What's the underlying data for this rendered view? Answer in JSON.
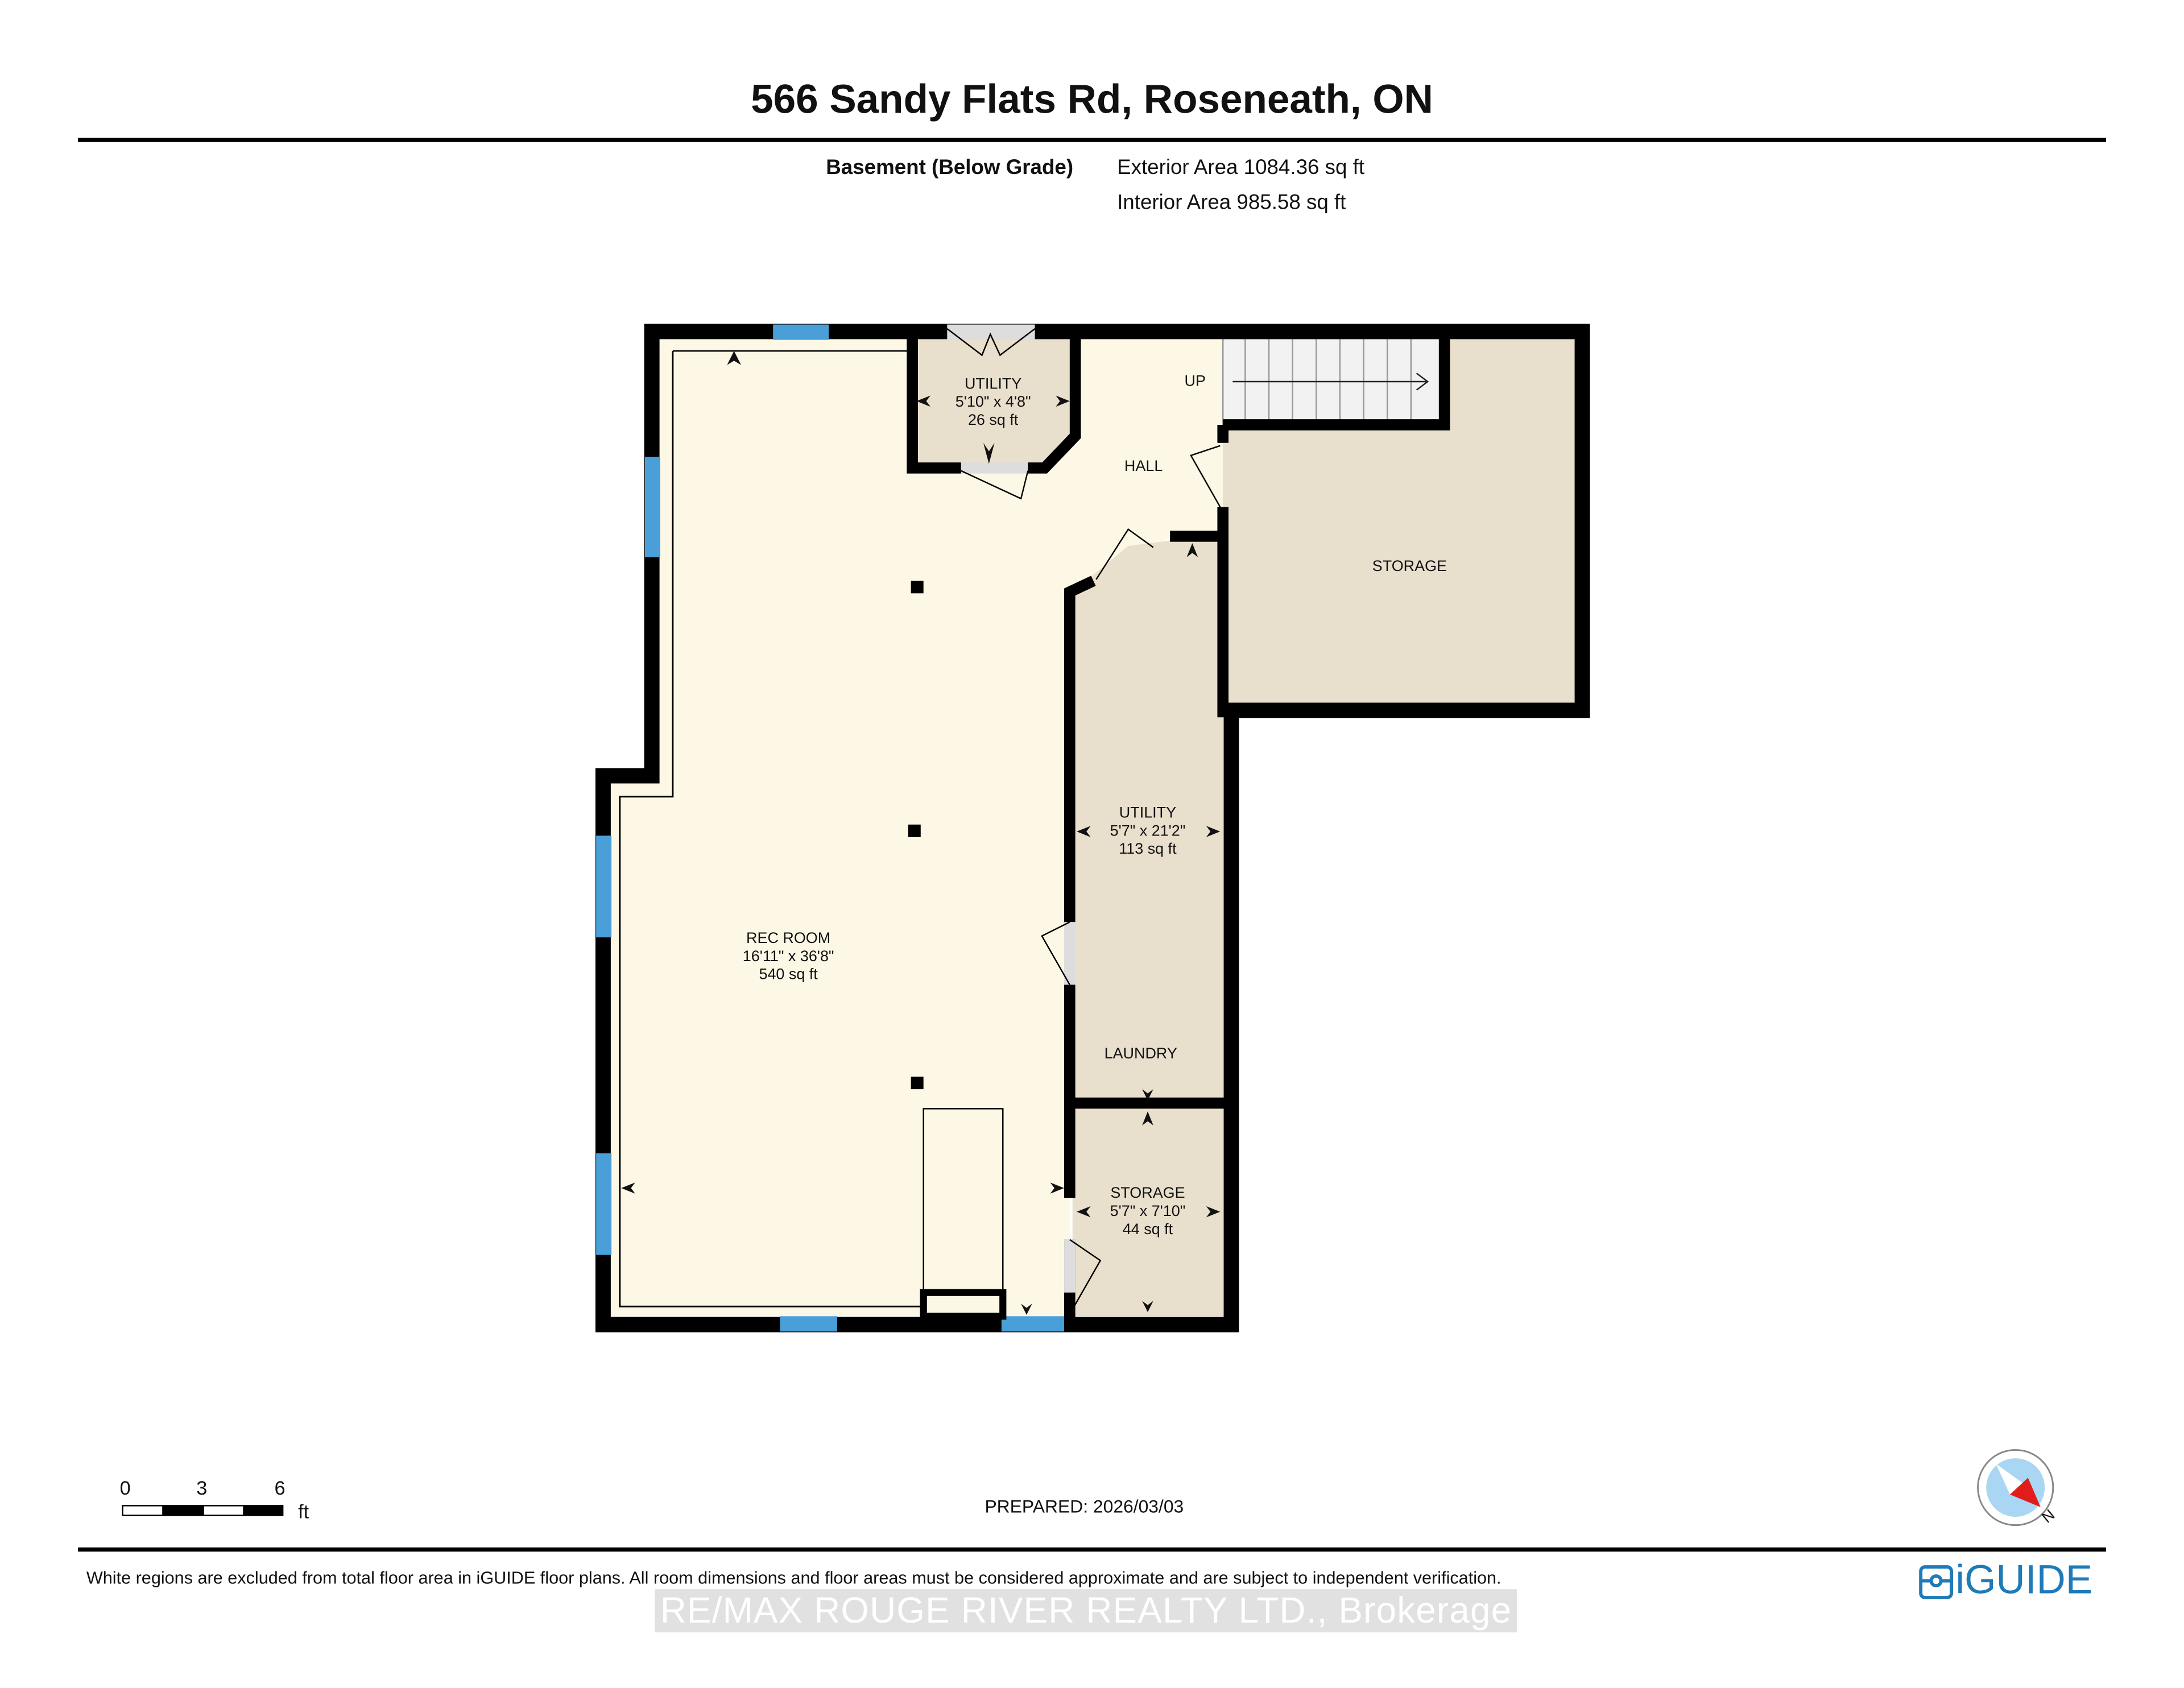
{
  "header": {
    "title": "566 Sandy Flats Rd, Roseneath, ON",
    "floor_label": "Basement (Below Grade)",
    "exterior_area": "Exterior Area 1084.36 sq ft",
    "interior_area": "Interior Area 985.58 sq ft"
  },
  "rooms": [
    {
      "name": "UTILITY",
      "dims": "5'10\" x 4'8\"",
      "area": "26 sq ft"
    },
    {
      "name": "HALL"
    },
    {
      "name": "UP"
    },
    {
      "name": "STORAGE"
    },
    {
      "name": "UTILITY",
      "dims": "5'7\" x 21'2\"",
      "area": "113 sq ft"
    },
    {
      "name": "REC ROOM",
      "dims": "16'11\" x 36'8\"",
      "area": "540 sq ft"
    },
    {
      "name": "LAUNDRY"
    },
    {
      "name": "STORAGE",
      "dims": "5'7\" x 7'10\"",
      "area": "44 sq ft"
    }
  ],
  "scale_bar": {
    "ticks": [
      "0",
      "3",
      "6"
    ],
    "unit": "ft"
  },
  "prepared": "PREPARED: 2026/03/03",
  "compass": {
    "label": "N",
    "icon": "compass-icon"
  },
  "disclaimer": "White regions are excluded from total floor area in iGUIDE floor plans. All room dimensions and floor areas must be considered approximate and are subject to independent verification.",
  "logo": {
    "text": "iGUIDE",
    "color": "#1f7ab8"
  },
  "watermark": "RE/MAX ROUGE RIVER REALTY LTD., Brokerage",
  "colors": {
    "room_fill": "#fdf8e6",
    "utility_fill": "#e8dfcc",
    "window": "#4a9fd8",
    "wall": "#000000"
  }
}
